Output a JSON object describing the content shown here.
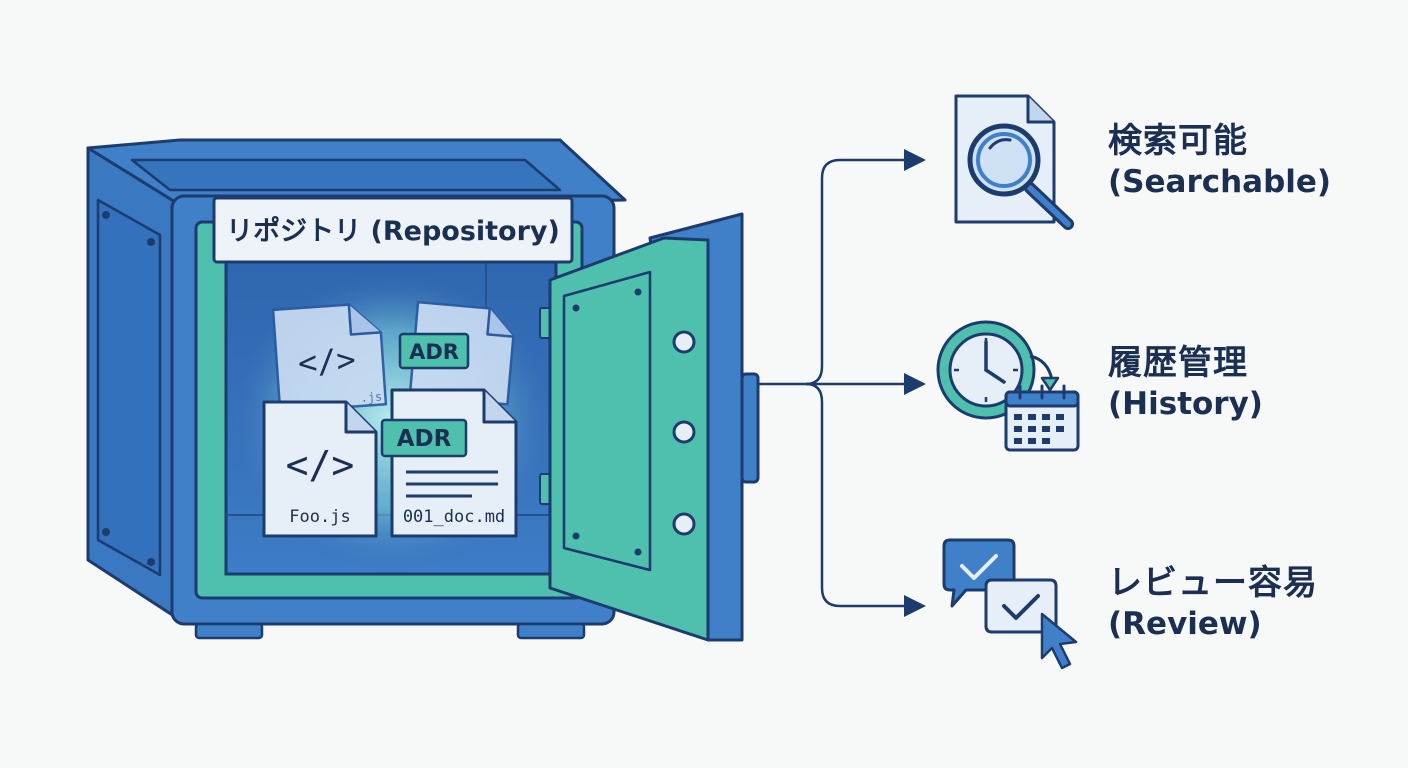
{
  "repository": {
    "label": "リポジトリ (Repository)",
    "files": {
      "back_left_ext": ".js",
      "back_right_badge": "ADR",
      "front_left_name": "Foo.js",
      "front_right_badge": "ADR",
      "front_right_name": "001_doc.md"
    }
  },
  "benefits": [
    {
      "ja": "検索可能",
      "en": "(Searchable)",
      "icon": "magnifier-document-icon"
    },
    {
      "ja": "履歴管理",
      "en": "(History)",
      "icon": "clock-calendar-icon"
    },
    {
      "ja": "レビュー容易",
      "en": "(Review)",
      "icon": "chat-check-cursor-icon"
    }
  ],
  "colors": {
    "safe_blue": "#3d7cc6",
    "safe_dark": "#1d3c6e",
    "teal": "#4fbfae",
    "ink": "#1b2f52",
    "paper": "#e6eef8"
  }
}
